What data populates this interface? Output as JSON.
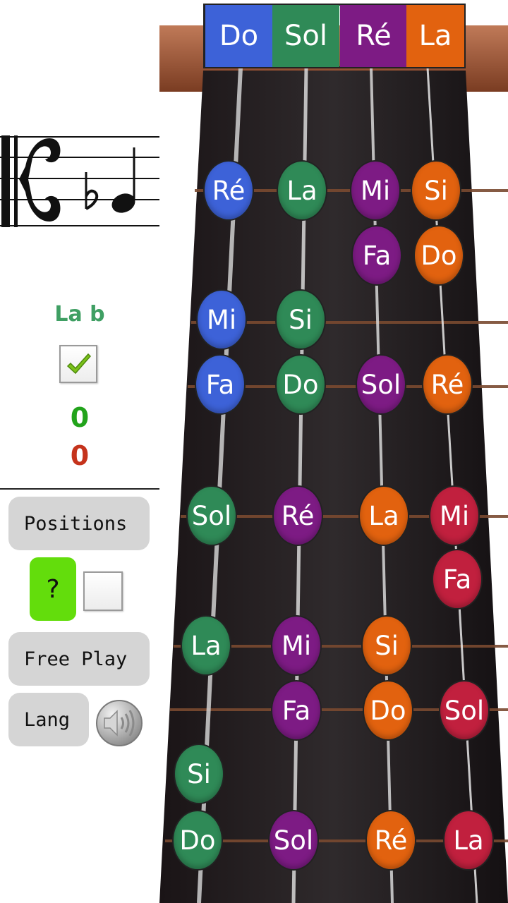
{
  "colors": {
    "blue": "#3d62d8",
    "green": "#2f8a57",
    "purple": "#7d1b84",
    "orange": "#e2620f",
    "crimson": "#c1203e",
    "correct_green": "#22a31b",
    "wrong_red": "#c5331c",
    "help_green": "#63dd0c"
  },
  "quiz": {
    "note_name": "La b",
    "correct_count": "0",
    "wrong_count": "0"
  },
  "buttons": {
    "positions": "Positions",
    "help": "?",
    "free_play": "Free Play",
    "lang": "Lang"
  },
  "header": [
    {
      "label": "Do",
      "color": "blue"
    },
    {
      "label": "Sol",
      "color": "green"
    },
    {
      "label": "Ré",
      "color": "purple"
    },
    {
      "label": "La",
      "color": "orange"
    }
  ],
  "notes": [
    {
      "label": "Ré",
      "color": "blue"
    },
    {
      "label": "La",
      "color": "green"
    },
    {
      "label": "Mi",
      "color": "purple"
    },
    {
      "label": "Si",
      "color": "orange"
    },
    {
      "label": "Fa",
      "color": "purple"
    },
    {
      "label": "Do",
      "color": "orange"
    },
    {
      "label": "Mi",
      "color": "blue"
    },
    {
      "label": "Si",
      "color": "green"
    },
    {
      "label": "Fa",
      "color": "blue"
    },
    {
      "label": "Do",
      "color": "green"
    },
    {
      "label": "Sol",
      "color": "purple"
    },
    {
      "label": "Ré",
      "color": "orange"
    },
    {
      "label": "Sol",
      "color": "green"
    },
    {
      "label": "Ré",
      "color": "purple"
    },
    {
      "label": "La",
      "color": "orange"
    },
    {
      "label": "Mi",
      "color": "crimson"
    },
    {
      "label": "Fa",
      "color": "crimson"
    },
    {
      "label": "La",
      "color": "green"
    },
    {
      "label": "Mi",
      "color": "purple"
    },
    {
      "label": "Si",
      "color": "orange"
    },
    {
      "label": "Fa",
      "color": "purple"
    },
    {
      "label": "Do",
      "color": "orange"
    },
    {
      "label": "Sol",
      "color": "crimson"
    },
    {
      "label": "Si",
      "color": "green"
    },
    {
      "label": "Do",
      "color": "green"
    },
    {
      "label": "Sol",
      "color": "purple"
    },
    {
      "label": "Ré",
      "color": "orange"
    },
    {
      "label": "La",
      "color": "crimson"
    }
  ]
}
